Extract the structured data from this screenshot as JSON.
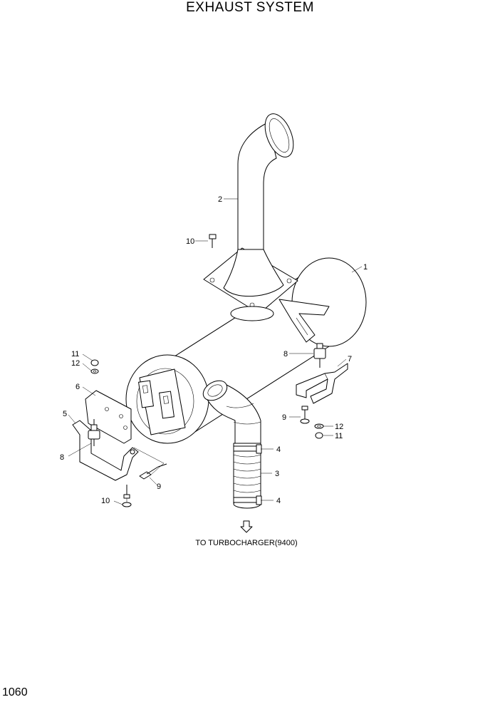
{
  "header": {
    "title": "EXHAUST SYSTEM"
  },
  "footer": {
    "page_number": "1060"
  },
  "diagram": {
    "note": "TO TURBOCHARGER(9400)",
    "callouts": {
      "c1": "1",
      "c2": "2",
      "c3": "3",
      "c4a": "4",
      "c4b": "4",
      "c5": "5",
      "c6": "6",
      "c7": "7",
      "c8a": "8",
      "c8b": "8",
      "c9a": "9",
      "c9b": "9",
      "c10a": "10",
      "c10b": "10",
      "c11a": "11",
      "c11b": "11",
      "c12a": "12",
      "c12b": "12"
    }
  }
}
